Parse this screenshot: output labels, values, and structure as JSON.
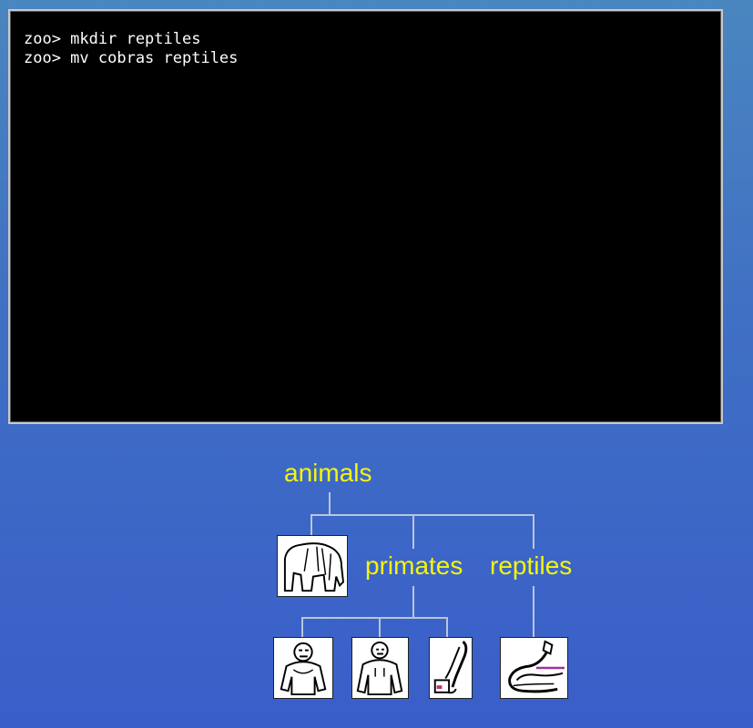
{
  "terminal": {
    "lines": [
      "zoo> mkdir reptiles",
      "zoo> mv cobras reptiles"
    ]
  },
  "tree": {
    "root": "animals",
    "primates": "primates",
    "reptiles": "reptiles",
    "icons": [
      "elephant-icon",
      "gorilla-icon",
      "gorilla-icon",
      "monkey-icon",
      "cobra-icon"
    ]
  },
  "colors": {
    "label": "#f5f50a",
    "terminal_bg": "#000000",
    "terminal_text": "#ffffff",
    "connector": "#b8c6dd"
  }
}
